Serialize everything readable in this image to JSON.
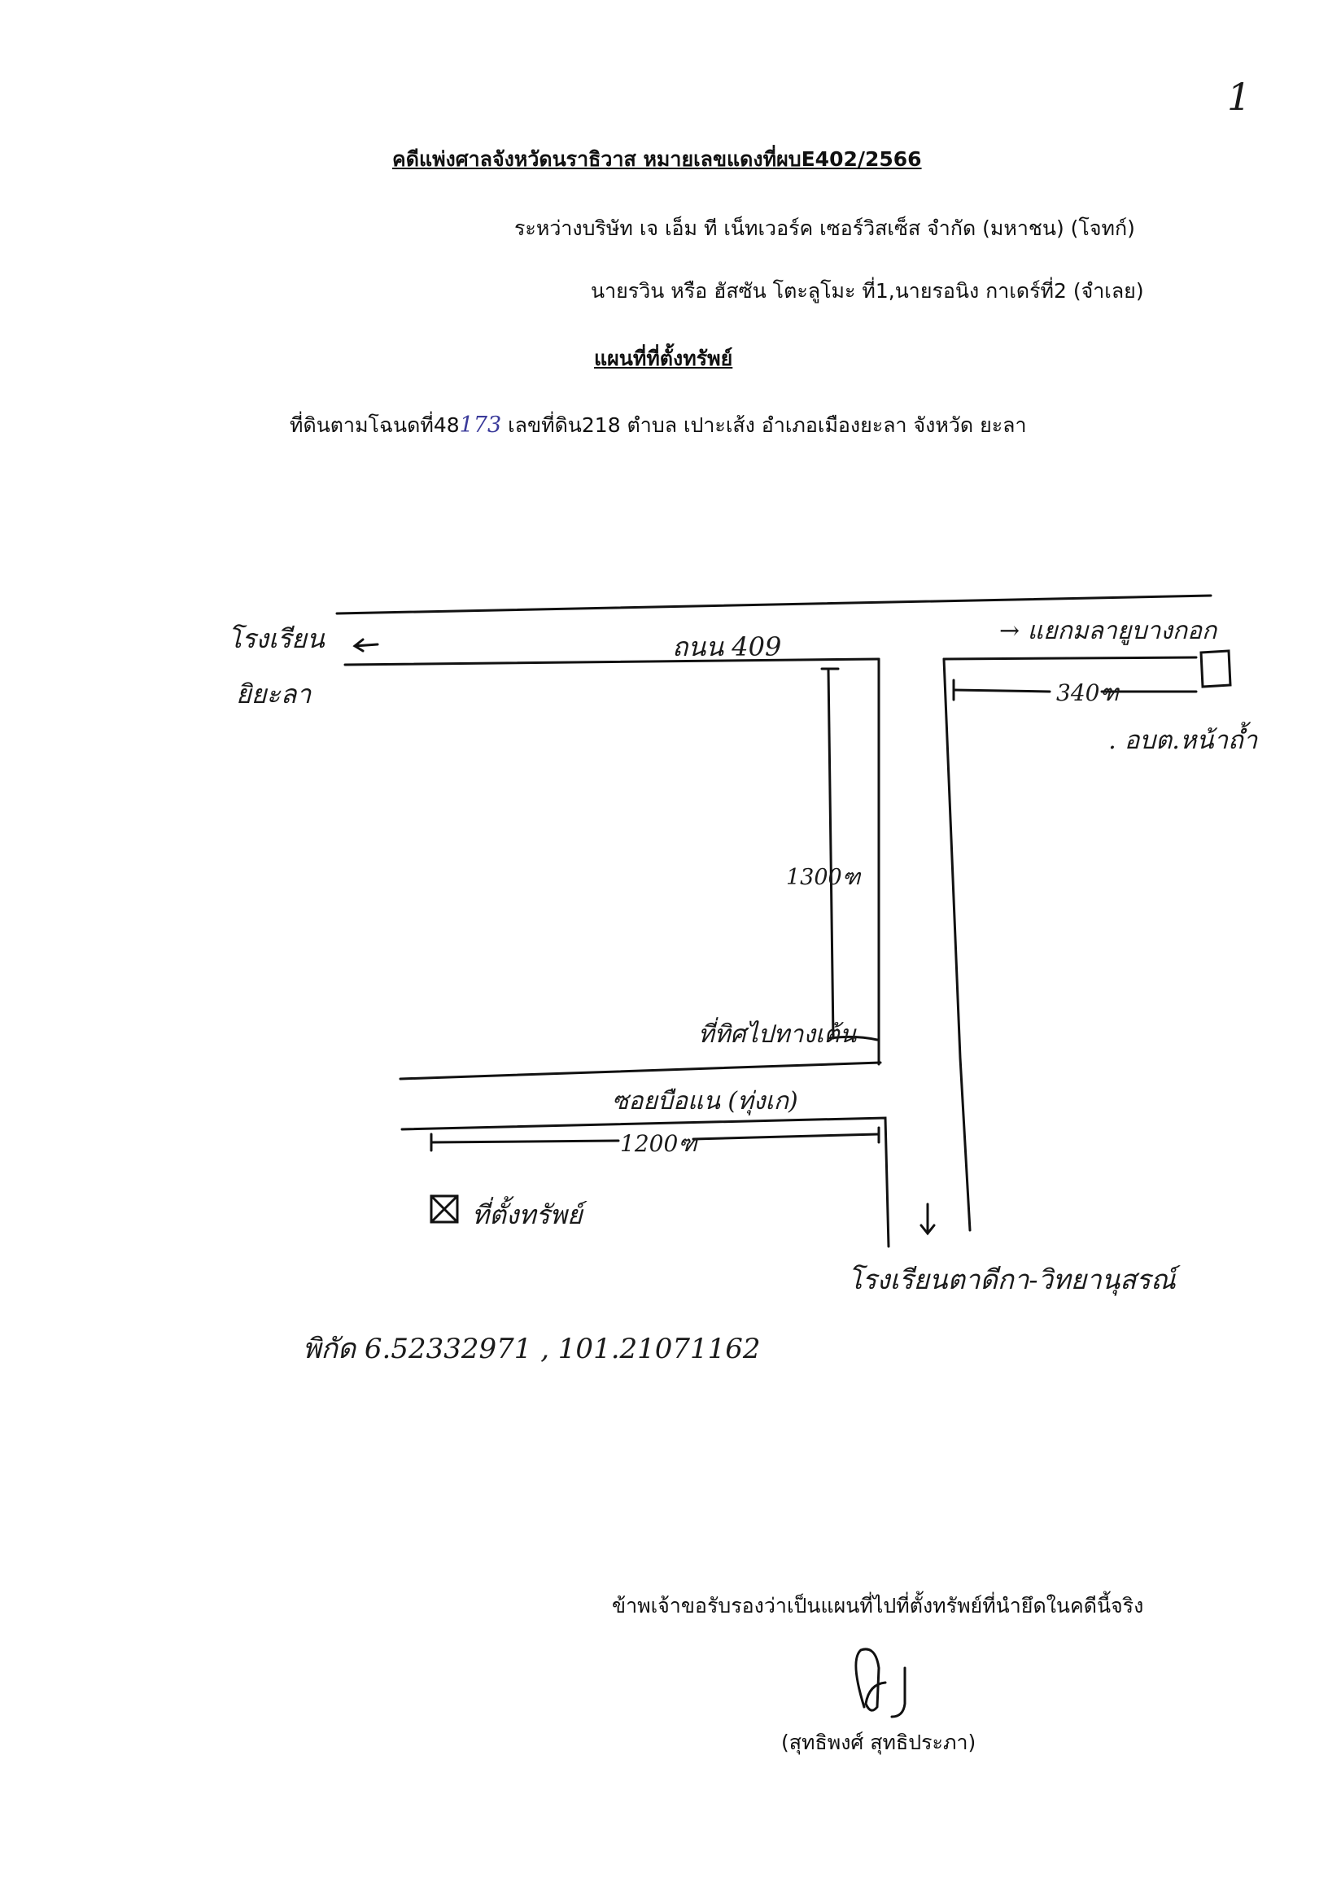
{
  "page_number": "1",
  "header": {
    "case_title_prefix": "คดีแพ่งศาลจังหวัดนราธิวาส หมายเลขแดงที่ผบE402/2566",
    "between_plaintiff": "ระหว่างบริษัท เจ เอ็ม ที เน็ทเวอร์ค เซอร์วิสเซ็ส จำกัด (มหาชน) (โจทก์)",
    "defendants": "นายรวิน หรือ ฮัสซัน โตะลูโมะ ที่1,นายรอนิง กาเดร์ที่2 (จำเลย)",
    "doc_title": "แผนที่ที่ตั้งทรัพย์",
    "land_line_a": "ที่ดินตามโฉนดที่48",
    "land_line_hand": "173",
    "land_line_b": " เลขที่ดิน218 ตำบล เปาะเส้ง อำเภอเมืองยะลา จังหวัด ยะลา"
  },
  "map": {
    "school_left_1": "โรงเรียน",
    "school_left_2": "ยิยะลา",
    "road_main": "ถนน 409",
    "to_right": "→ แยกมลายูบางกอก",
    "dist_right": "340ฑ",
    "sao_label": ". อบต.หน้าถ้ำ",
    "dist_vertical": "1300ฑ",
    "landmark": "ที่ทิศไปทางเต้น",
    "soi": "ซอยบือแน (ทุ่งเก)",
    "dist_soi": "1200ฑ",
    "property_label": "ที่ตั้งทรัพย์",
    "school_bottom": "โรงเรียนตาดีกา-วิทยานุสรณ์",
    "coords": "พิกัด 6.52332971 , 101.21071162"
  },
  "footer": {
    "certify": "ข้าพเจ้าขอรับรองว่าเป็นแผนที่ไปที่ตั้งทรัพย์ที่นำยึดในคดีนี้จริง",
    "signer": "(สุทธิพงศ์ สุทธิประภา)"
  }
}
